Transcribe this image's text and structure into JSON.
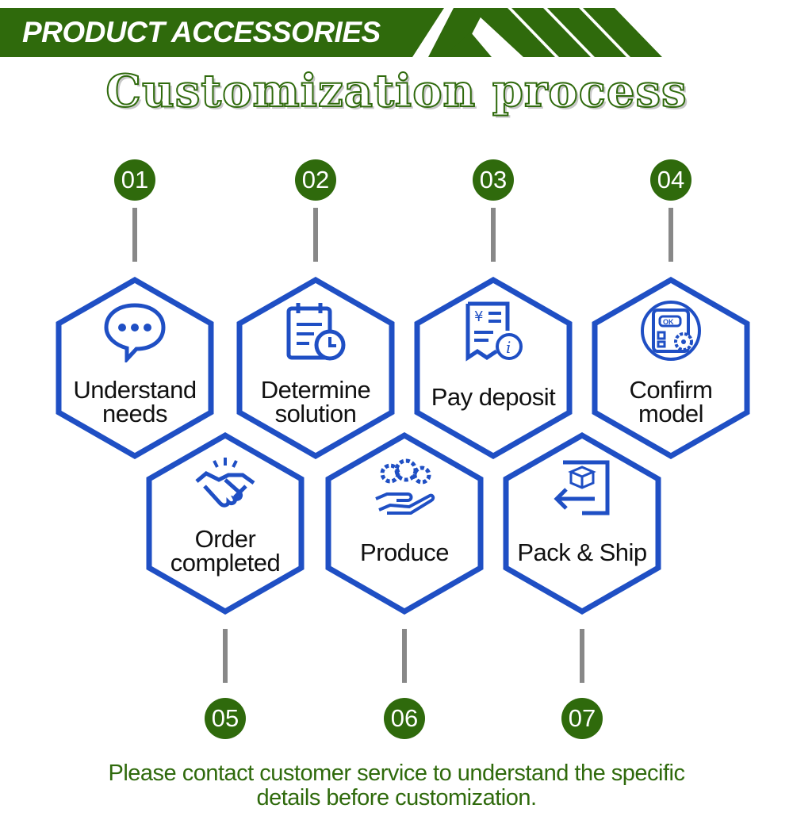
{
  "header": {
    "banner_label": "PRODUCT ACCESSORIES",
    "title": "Customization process"
  },
  "colors": {
    "brand_green": "#2f6a0c",
    "hex_blue": "#1f4fc4",
    "stem_gray": "#888888"
  },
  "steps": [
    {
      "number": "01",
      "label_line1": "Understand",
      "label_line2": "needs",
      "icon": "chat-bubble-icon"
    },
    {
      "number": "02",
      "label_line1": "Determine",
      "label_line2": "solution",
      "icon": "calendar-clock-icon"
    },
    {
      "number": "03",
      "label_line1": "Pay deposit",
      "label_line2": "",
      "icon": "receipt-info-icon"
    },
    {
      "number": "04",
      "label_line1": "Confirm",
      "label_line2": "model",
      "icon": "device-settings-icon"
    },
    {
      "number": "05",
      "label_line1": "Order",
      "label_line2": "completed",
      "icon": "handshake-icon"
    },
    {
      "number": "06",
      "label_line1": "Produce",
      "label_line2": "",
      "icon": "hand-gears-icon"
    },
    {
      "number": "07",
      "label_line1": "Pack & Ship",
      "label_line2": "",
      "icon": "box-return-icon"
    }
  ],
  "footer": {
    "line1": "Please contact customer service to understand the specific",
    "line2": "details before customization."
  }
}
